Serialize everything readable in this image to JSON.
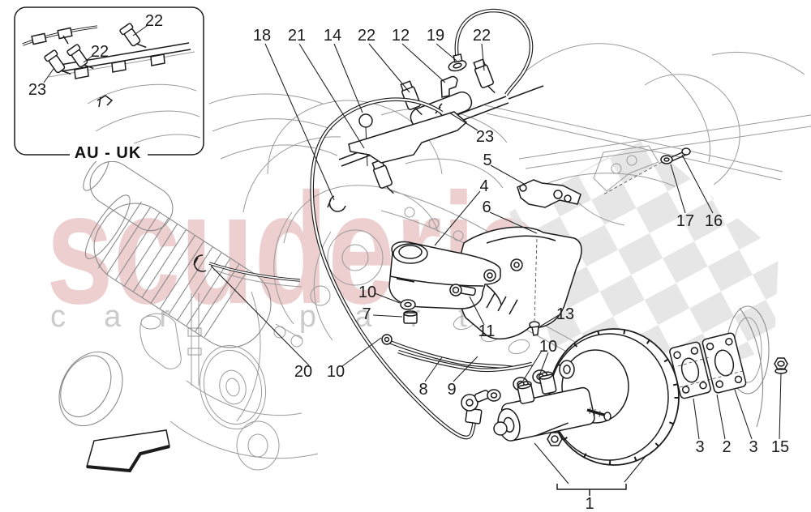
{
  "watermark": {
    "line1": "scuderia",
    "line2": "car parts",
    "red": "#c86464",
    "gray": "#bfbfbf"
  },
  "inset": {
    "label": "AU - UK",
    "callouts": [
      {
        "n": "22"
      },
      {
        "n": "22"
      },
      {
        "n": "23"
      }
    ]
  },
  "callouts": [
    {
      "n": "18"
    },
    {
      "n": "21"
    },
    {
      "n": "14"
    },
    {
      "n": "22"
    },
    {
      "n": "12"
    },
    {
      "n": "19"
    },
    {
      "n": "22"
    },
    {
      "n": "23"
    },
    {
      "n": "5"
    },
    {
      "n": "4"
    },
    {
      "n": "6"
    },
    {
      "n": "17"
    },
    {
      "n": "16"
    },
    {
      "n": "10"
    },
    {
      "n": "7"
    },
    {
      "n": "11"
    },
    {
      "n": "13"
    },
    {
      "n": "20"
    },
    {
      "n": "10"
    },
    {
      "n": "8"
    },
    {
      "n": "9"
    },
    {
      "n": "10"
    },
    {
      "n": "3"
    },
    {
      "n": "2"
    },
    {
      "n": "3"
    },
    {
      "n": "15"
    },
    {
      "n": "1"
    }
  ],
  "colors": {
    "ink": "#1b1b1b",
    "faint": "#9a9a9a",
    "flag": "#e2e2e2"
  }
}
